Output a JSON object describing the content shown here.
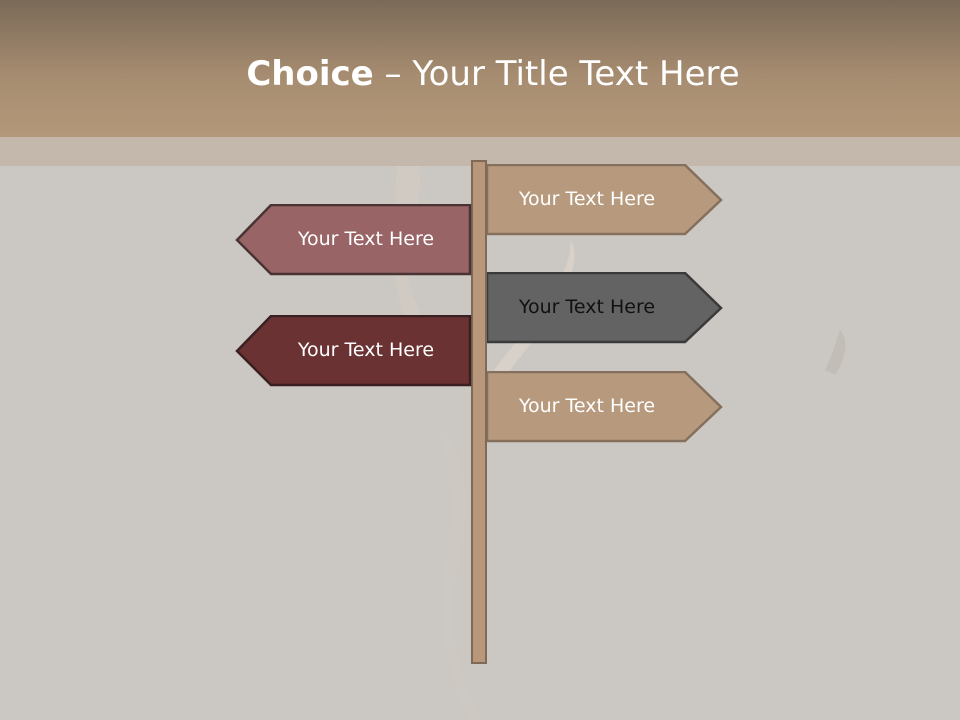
{
  "title": {
    "bold": "Choice",
    "rest": " – Your Title Text Here"
  },
  "colors": {
    "sign_tan": "#b79a7e",
    "sign_rose": "#986466",
    "sign_gray": "#636363",
    "sign_maroon": "#6b3233",
    "post": "#b9977a"
  },
  "signs": [
    {
      "direction": "right",
      "label": "Your Text Here",
      "color": "#b79a7e"
    },
    {
      "direction": "left",
      "label": "Your Text Here",
      "color": "#986466"
    },
    {
      "direction": "right",
      "label": "Your Text Here",
      "color": "#636363"
    },
    {
      "direction": "left",
      "label": "Your Text Here",
      "color": "#6b3233"
    },
    {
      "direction": "right",
      "label": "Your Text Here",
      "color": "#b79a7e"
    }
  ]
}
